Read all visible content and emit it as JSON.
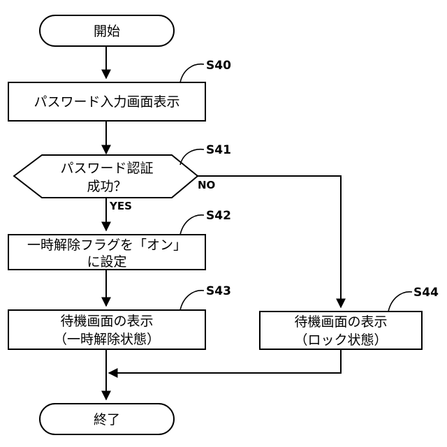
{
  "flowchart": {
    "start": {
      "text": "開始"
    },
    "step_s40": {
      "label": "S40",
      "text": "パスワード入力画面表示"
    },
    "decision_s41": {
      "label": "S41",
      "line1": "パスワード認証",
      "line2": "成功？",
      "yes": "YES",
      "no": "NO"
    },
    "step_s42": {
      "label": "S42",
      "line1": "一時解除フラグを「オン」",
      "line2": "に設定"
    },
    "step_s43": {
      "label": "S43",
      "line1": "待機画面の表示",
      "line2": "（一時解除状態）"
    },
    "step_s44": {
      "label": "S44",
      "line1": "待機画面の表示",
      "line2": "（ロック状態）"
    },
    "end": {
      "text": "終了"
    }
  }
}
